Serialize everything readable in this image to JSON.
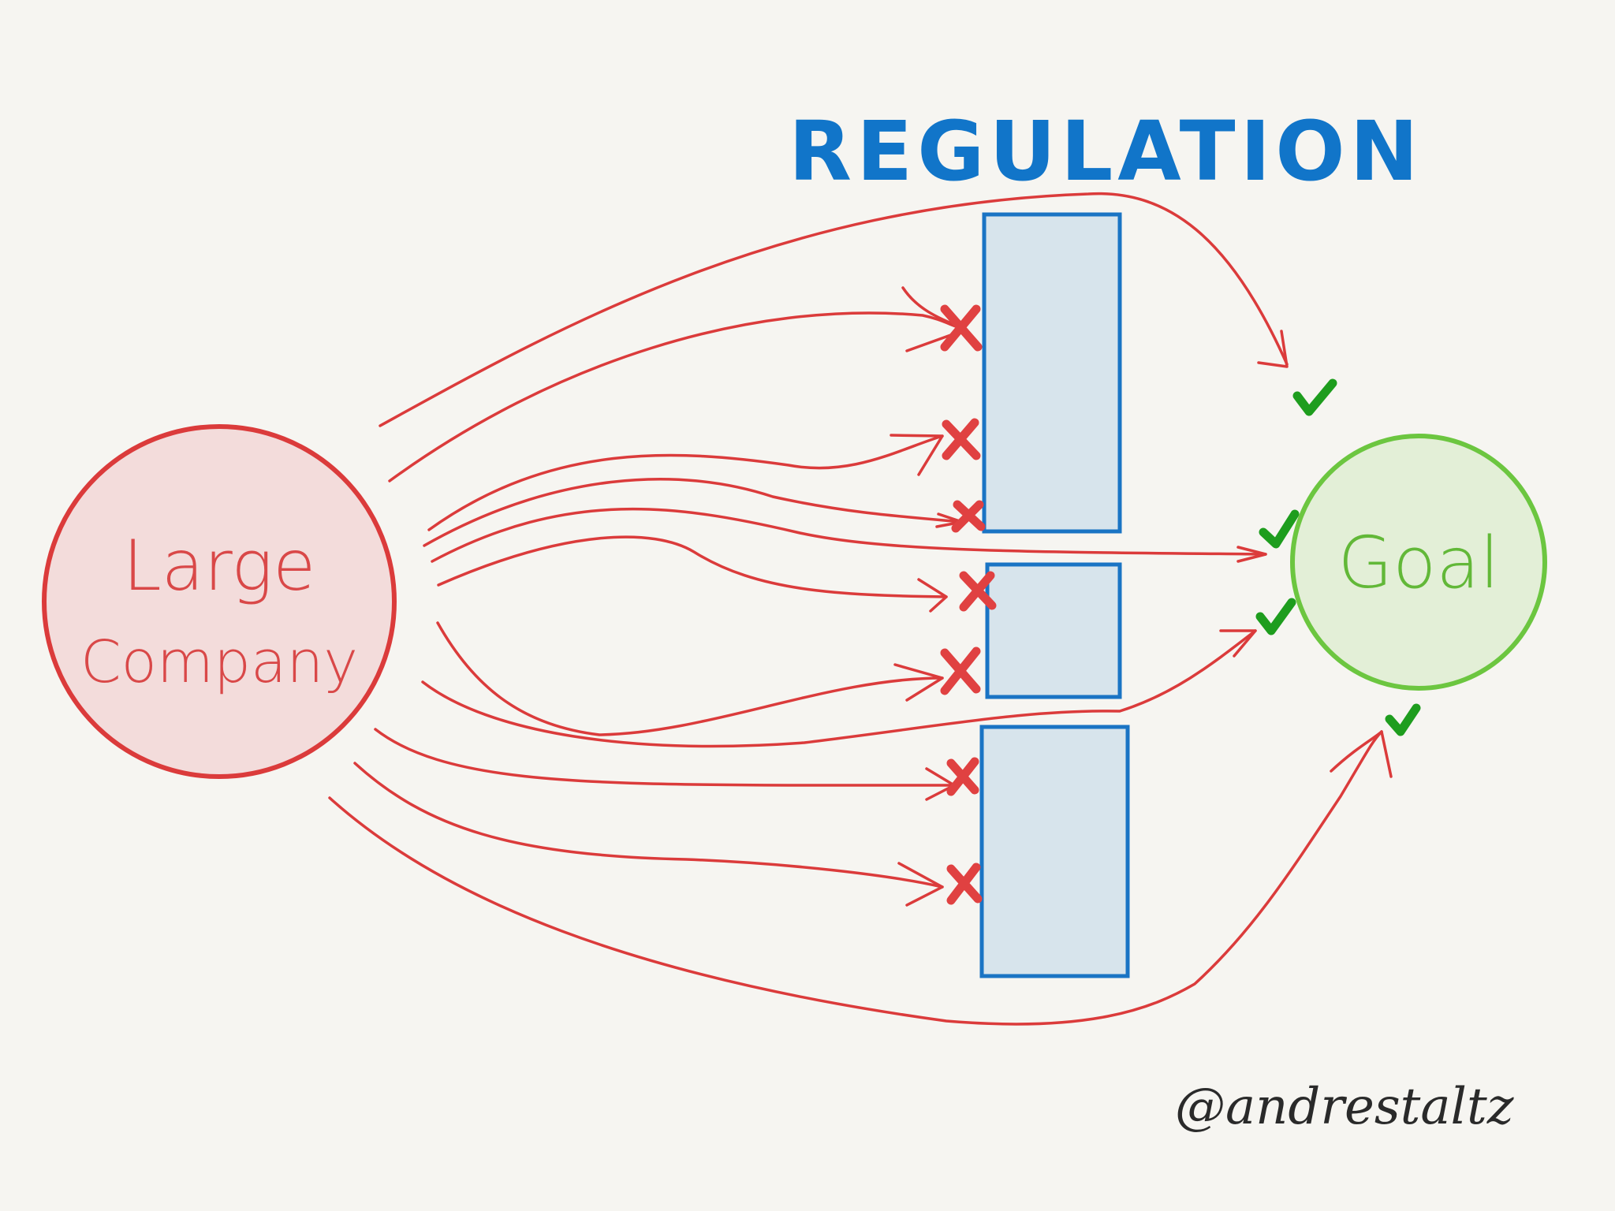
{
  "diagram": {
    "title": "REGULATION",
    "source_node": {
      "line1": "Large",
      "line2": "Company"
    },
    "target_node": {
      "label": "Goal"
    },
    "signature": "@andrestaltz"
  },
  "colors": {
    "arrow_red": "#db3b3b",
    "company_fill": "#f3dcdb",
    "company_stroke": "#db3b3b",
    "company_text": "#d94848",
    "goal_fill": "#e3efd7",
    "goal_stroke": "#6cc640",
    "goal_text": "#62b838",
    "barrier_fill": "#d7e4ec",
    "barrier_stroke": "#1a74c4",
    "title_blue": "#1175c9",
    "blocked_mark": "#e04141",
    "success_mark": "#1e9d1e",
    "signature_ink": "#2a2a2a"
  },
  "icons": {
    "blocked": "cross-mark-icon",
    "success": "check-mark-icon"
  }
}
